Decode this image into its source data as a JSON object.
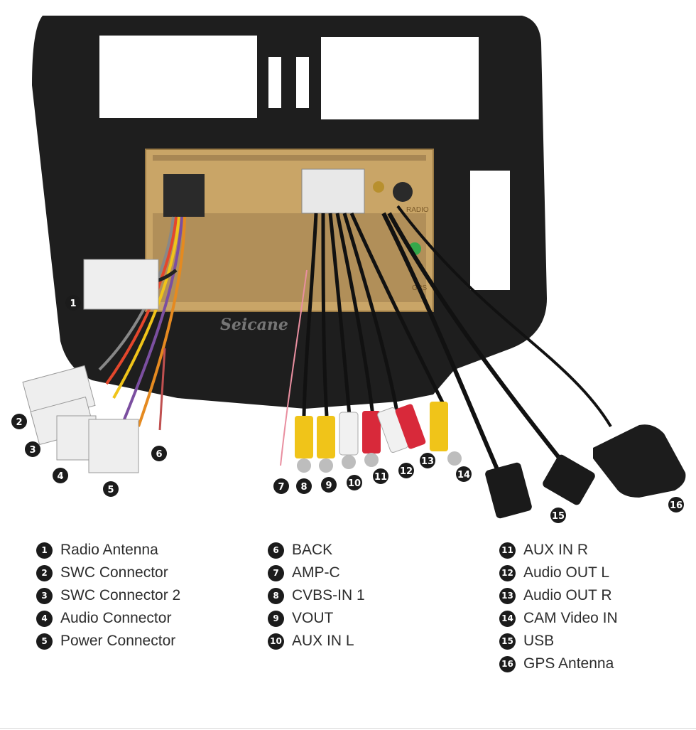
{
  "watermark": "Seicane",
  "unit_labels": [
    "RADIO",
    "GPS"
  ],
  "callouts": [
    {
      "n": "1",
      "label": "Radio Antenna"
    },
    {
      "n": "2",
      "label": "SWC Connector"
    },
    {
      "n": "3",
      "label": "SWC Connector 2"
    },
    {
      "n": "4",
      "label": "Audio Connector"
    },
    {
      "n": "5",
      "label": "Power Connector"
    },
    {
      "n": "6",
      "label": "BACK"
    },
    {
      "n": "7",
      "label": "AMP-C"
    },
    {
      "n": "8",
      "label": "CVBS-IN 1"
    },
    {
      "n": "9",
      "label": "VOUT"
    },
    {
      "n": "10",
      "label": "AUX IN L"
    },
    {
      "n": "11",
      "label": "AUX IN R"
    },
    {
      "n": "12",
      "label": "Audio OUT L"
    },
    {
      "n": "13",
      "label": "Audio OUT R"
    },
    {
      "n": "14",
      "label": "CAM Video IN"
    },
    {
      "n": "15",
      "label": "USB"
    },
    {
      "n": "16",
      "label": "GPS Antenna"
    }
  ],
  "colors": {
    "frame": "#1e1e1e",
    "chassis": "#c9a567",
    "badge": "#1b1b1b",
    "rca_yellow": "#f0c419",
    "rca_red": "#d8293a",
    "rca_white": "#f1f1f1"
  }
}
